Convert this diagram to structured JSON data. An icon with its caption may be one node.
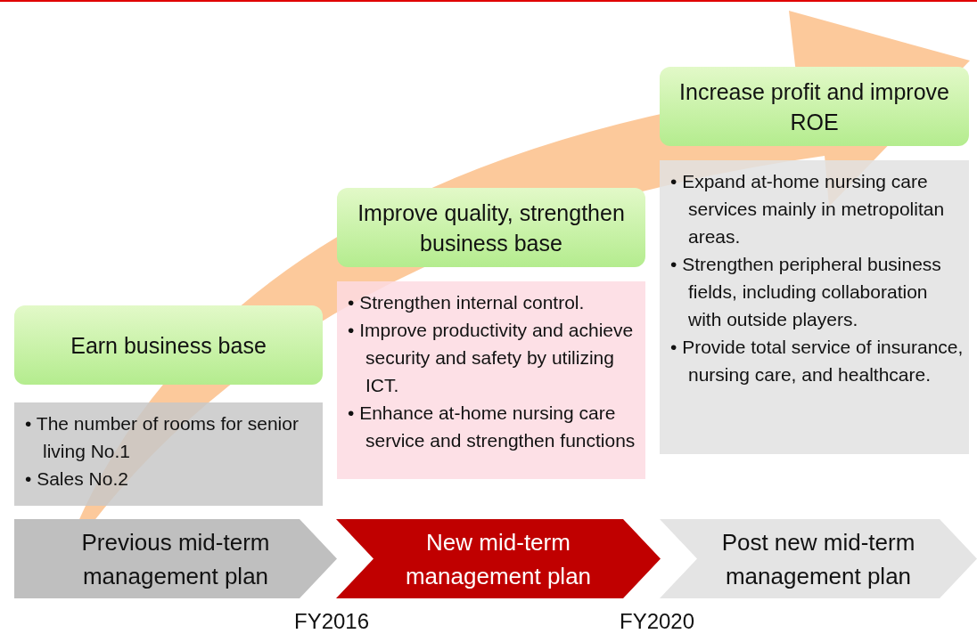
{
  "diagram": {
    "nodes": [
      {
        "text": [
          "Earn business base"
        ]
      },
      {
        "text": [
          "• The number of rooms for senior living No.1",
          "• Sales No.2"
        ]
      },
      {
        "text": [
          "Improve quality, strengthen business base"
        ]
      },
      {
        "text": [
          "• Strengthen internal control.",
          "• Improve productivity and achieve security and safety by utilizing ICT.",
          "• Enhance at-home nursing care service and strengthen functions"
        ]
      },
      {
        "text": [
          "Increase profit and improve ROE"
        ]
      },
      {
        "text": [
          "• Expand at-home nursing care services mainly in metropolitan areas.",
          "• Strengthen peripheral business fields, including collaboration with outside players.",
          "• Provide total service of insurance, nursing care, and healthcare."
        ]
      },
      {
        "text": [
          "Previous mid-term management plan"
        ]
      },
      {
        "text": [
          "New mid-term management plan"
        ]
      },
      {
        "text": [
          "Post new mid-term management plan"
        ]
      }
    ],
    "edges": [],
    "labels": [
      "FY2016",
      "FY2020"
    ]
  }
}
